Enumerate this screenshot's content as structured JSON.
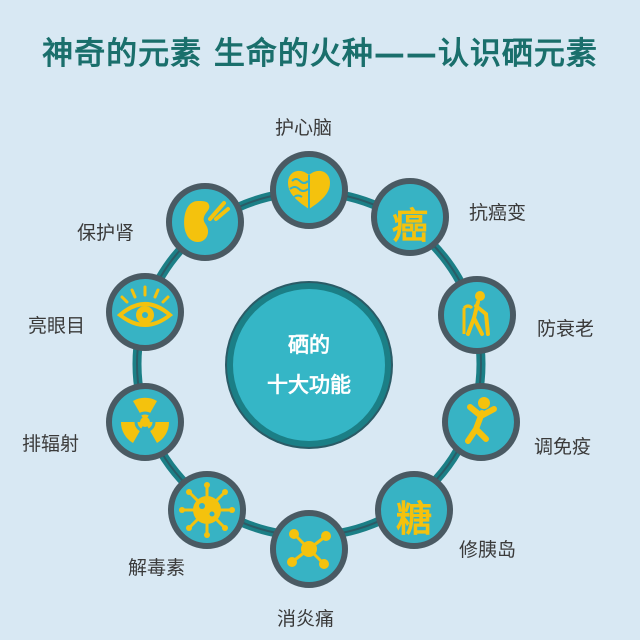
{
  "title": "神奇的元素 生命的火种——认识硒元素",
  "center": {
    "line1": "硒的",
    "line2": "十大功能"
  },
  "functions": [
    {
      "label": "护心脑",
      "icon": "heart-brain-icon"
    },
    {
      "label": "抗癌变",
      "icon": "cancer-glyph-icon",
      "glyph": "癌"
    },
    {
      "label": "防衰老",
      "icon": "elderly-person-icon"
    },
    {
      "label": "调免疫",
      "icon": "jumping-person-icon"
    },
    {
      "label": "修胰岛",
      "icon": "sugar-glyph-icon",
      "glyph": "糖"
    },
    {
      "label": "消炎痛",
      "icon": "molecule-icon"
    },
    {
      "label": "解毒素",
      "icon": "virus-icon"
    },
    {
      "label": "排辐射",
      "icon": "radiation-icon"
    },
    {
      "label": "亮眼目",
      "icon": "eye-icon"
    },
    {
      "label": "保护肾",
      "icon": "kidney-icon"
    }
  ],
  "colors": {
    "background": "#d8e8f3",
    "title": "#1a6f6c",
    "circle_fill": "#37b3c4",
    "ring": "#1b7f86",
    "icon_yellow": "#f4c20d"
  }
}
